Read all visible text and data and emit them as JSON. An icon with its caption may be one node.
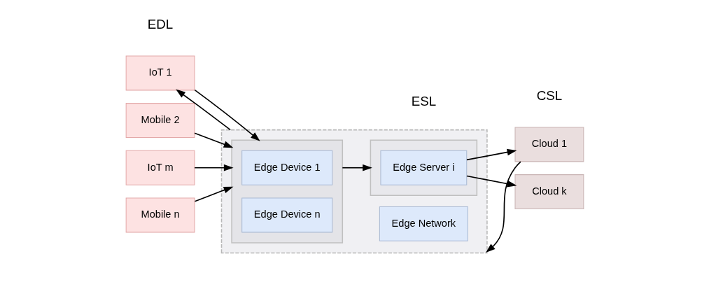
{
  "diagram": {
    "nodes": [
      {
        "text": [
          "IoT 1"
        ]
      },
      {
        "text": [
          "Mobile 2"
        ]
      },
      {
        "text": [
          "IoT m"
        ]
      },
      {
        "text": [
          "Mobile n"
        ]
      },
      {
        "text": [],
        "shape": "box"
      },
      {
        "text": [],
        "shape": "box",
        "in": 4
      },
      {
        "text": [
          "Edge Device 1"
        ],
        "in": 5
      },
      {
        "text": [
          "Edge Device n"
        ],
        "in": 5
      },
      {
        "text": [],
        "shape": "box",
        "in": 4
      },
      {
        "text": [
          "Edge Server i"
        ],
        "in": 8
      },
      {
        "text": [
          "Edge Network"
        ],
        "in": 4
      },
      {
        "text": [
          "Cloud 1"
        ]
      },
      {
        "text": [
          "Cloud k"
        ]
      }
    ],
    "edges": [
      {
        "from": 0,
        "to": 5,
        "arrow": "to"
      },
      {
        "from": 1,
        "to": 5,
        "arrow": "to"
      },
      {
        "from": 2,
        "to": 5,
        "arrow": "to"
      },
      {
        "from": 3,
        "to": 5,
        "arrow": "to"
      },
      {
        "from": 5,
        "to": 8,
        "arrow": "to"
      },
      {
        "from": 9,
        "to": 11,
        "arrow": "to"
      },
      {
        "from": 9,
        "to": 12,
        "arrow": "to"
      },
      {
        "from": 11,
        "to": 4,
        "arrow": "to"
      },
      {
        "from": 4,
        "to": 0,
        "arrow": "to"
      }
    ],
    "labels": [
      "EDL",
      "ESL",
      "CSL"
    ]
  }
}
